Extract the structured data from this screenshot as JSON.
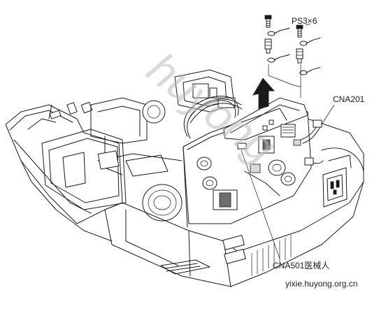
{
  "labels": {
    "screw": "PS3×6",
    "connector_top": "CNA201",
    "connector_bottom": "CNA501医械人",
    "site": "yixie.huyong.org.cn"
  },
  "watermark": "huyong",
  "icons": [
    "screw-icon",
    "standoff-icon",
    "arrow-up-icon",
    "power-inlet-icon"
  ]
}
